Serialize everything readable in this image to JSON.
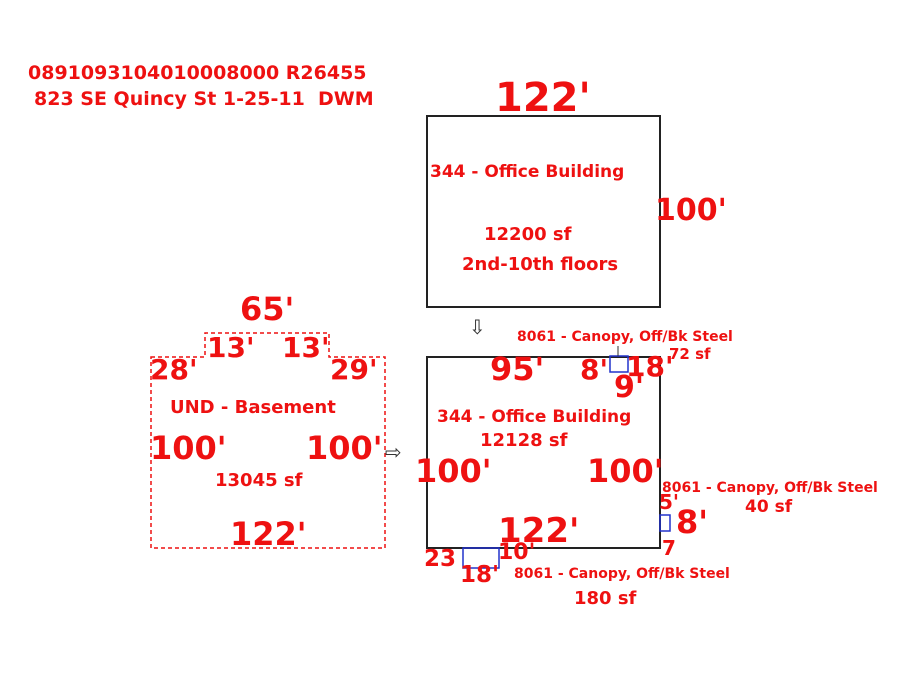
{
  "header": {
    "line1": "0891093104010008000 R26455",
    "line2": "823 SE Quincy St 1-25-11  DWM"
  },
  "upper_building": {
    "width": "122'",
    "type": "344 - Office Building",
    "side": "100'",
    "area": "12200 sf",
    "floors": "2nd-10th floors"
  },
  "lower_building": {
    "top": "95'",
    "type": "344 - Office Building",
    "area": "12128 sf",
    "left": "100'",
    "right": "100'",
    "bottom": "122'"
  },
  "canopy_top": {
    "label": "8061 - Canopy, Off/Bk Steel",
    "area": "72 sf",
    "d1": "8'",
    "d2": "18'",
    "d3": "9'"
  },
  "canopy_right": {
    "label": "8061 - Canopy, Off/Bk Steel",
    "area": "40 sf",
    "d1": "5'",
    "d2": "8'",
    "d3": "7"
  },
  "canopy_bottom": {
    "label": "8061 - Canopy, Off/Bk Steel",
    "area": "180 sf",
    "d1": "23",
    "d2": "10'",
    "d3": "18'"
  },
  "basement": {
    "top": "65'",
    "notch_left": "13'",
    "notch_right": "13'",
    "left_top": "28'",
    "right_top": "29'",
    "type": "UND - Basement",
    "left": "100'",
    "right": "100'",
    "area": "13045 sf",
    "bottom": "122'"
  },
  "colors": {
    "label": "#ee1111",
    "outline": "#222222",
    "canopy": "#2233cc"
  }
}
